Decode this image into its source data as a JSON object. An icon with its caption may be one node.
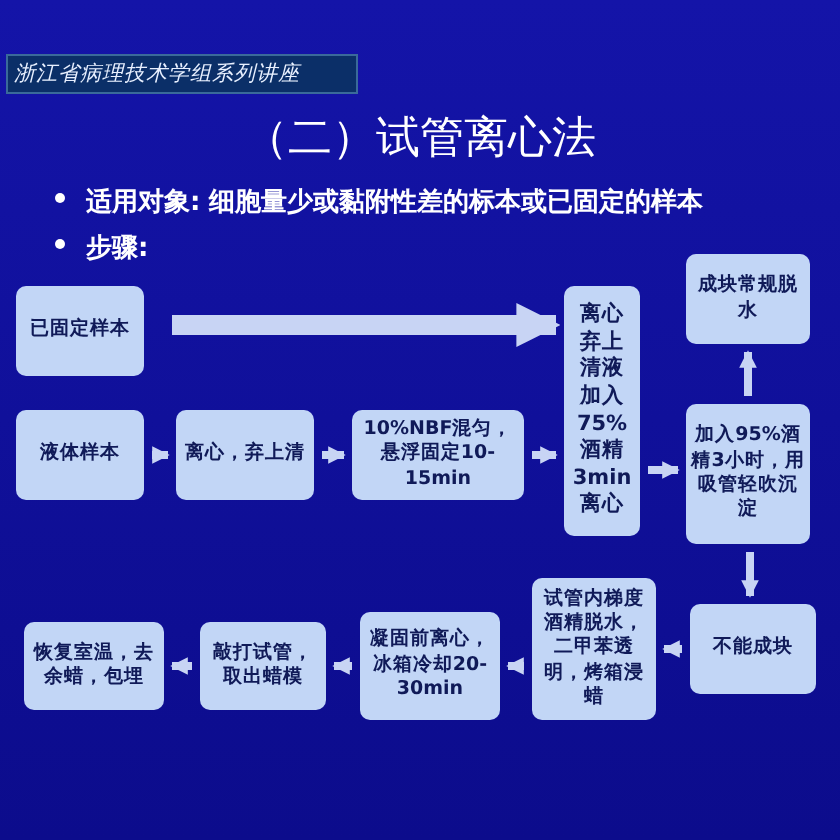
{
  "diagram": {
    "title": "（二）试管离心法",
    "nodes": [
      {
        "text": [
          "已固定样本"
        ]
      },
      {
        "text": [
          "液体样本"
        ]
      },
      {
        "text": [
          "离心，弃上清"
        ]
      },
      {
        "text": [
          "10%NBF混匀，悬浮固定10-15min"
        ]
      },
      {
        "text": [
          "离心弃上清液加入75%酒精3min离心"
        ]
      },
      {
        "text": [
          "成块常规脱水"
        ]
      },
      {
        "text": [
          "加入95%酒精3小时，用吸管轻吹沉淀"
        ]
      },
      {
        "text": [
          "不能成块"
        ]
      },
      {
        "text": [
          "试管内梯度酒精脱水，二甲苯透明，烤箱浸蜡"
        ]
      },
      {
        "text": [
          "凝固前离心，冰箱冷却20-30min"
        ]
      },
      {
        "text": [
          "敲打试管，取出蜡模"
        ]
      },
      {
        "text": [
          "恢复室温，去余蜡，包埋"
        ]
      }
    ],
    "edges": [
      {
        "from": 0,
        "to": 4,
        "arrow": "to",
        "style": "thick"
      },
      {
        "from": 1,
        "to": 2,
        "arrow": "to"
      },
      {
        "from": 2,
        "to": 3,
        "arrow": "to"
      },
      {
        "from": 3,
        "to": 4,
        "arrow": "to"
      },
      {
        "from": 4,
        "to": 6,
        "arrow": "to"
      },
      {
        "from": 6,
        "to": 5,
        "arrow": "to"
      },
      {
        "from": 6,
        "to": 7,
        "arrow": "to"
      },
      {
        "from": 7,
        "to": 8,
        "arrow": "to"
      },
      {
        "from": 8,
        "to": 9,
        "arrow": "to"
      },
      {
        "from": 9,
        "to": 10,
        "arrow": "to"
      },
      {
        "from": 10,
        "to": 11,
        "arrow": "to"
      }
    ],
    "labels": [
      "浙江省病理技术学组系列讲座",
      "适用对象: 细胞量少或黏附性差的标本或已固定的样本",
      "步骤:"
    ]
  }
}
